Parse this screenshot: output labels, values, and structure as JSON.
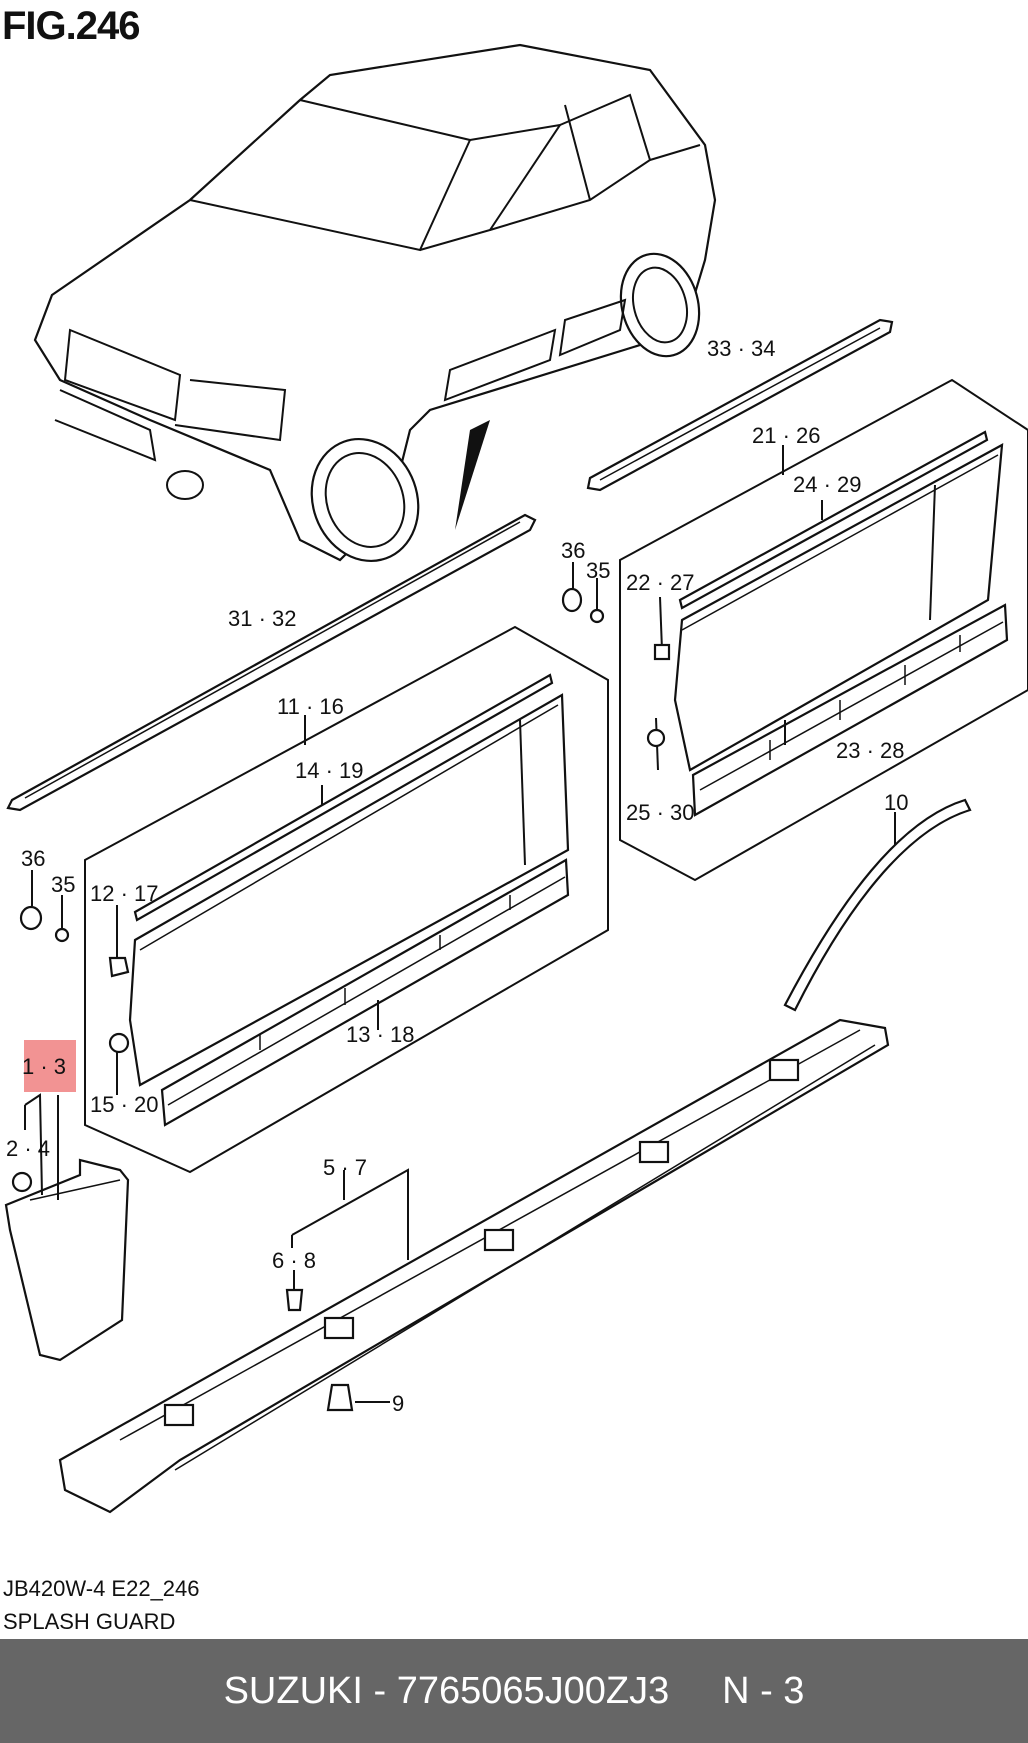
{
  "figure": {
    "title": "FIG.246"
  },
  "callouts": [
    {
      "id": "c-33-34",
      "text": "33 · 34"
    },
    {
      "id": "c-21-26",
      "text": "21 · 26"
    },
    {
      "id": "c-24-29",
      "text": "24 · 29"
    },
    {
      "id": "c-36a",
      "text": "36"
    },
    {
      "id": "c-35a",
      "text": "35"
    },
    {
      "id": "c-22-27",
      "text": "22 · 27"
    },
    {
      "id": "c-31-32",
      "text": "31 · 32"
    },
    {
      "id": "c-11-16",
      "text": "11 · 16"
    },
    {
      "id": "c-14-19",
      "text": "14 · 19"
    },
    {
      "id": "c-23-28",
      "text": "23 · 28"
    },
    {
      "id": "c-25-30",
      "text": "25 · 30"
    },
    {
      "id": "c-10",
      "text": "10"
    },
    {
      "id": "c-36b",
      "text": "36"
    },
    {
      "id": "c-35b",
      "text": "35"
    },
    {
      "id": "c-12-17",
      "text": "12 · 17"
    },
    {
      "id": "c-13-18",
      "text": "13 · 18"
    },
    {
      "id": "c-1-3",
      "text": "1 · 3"
    },
    {
      "id": "c-15-20",
      "text": "15 · 20"
    },
    {
      "id": "c-2-4",
      "text": "2 · 4"
    },
    {
      "id": "c-5-7",
      "text": "5 · 7"
    },
    {
      "id": "c-6-8",
      "text": "6 · 8"
    },
    {
      "id": "c-9",
      "text": "9"
    }
  ],
  "highlight": {
    "label": "1 · 3",
    "color": "#f08080"
  },
  "caption": {
    "code": "JB420W-4 E22_246",
    "name": "SPLASH GUARD"
  },
  "footer": {
    "brand": "SUZUKI",
    "separator": "-",
    "part_number": "7765065J00ZJ3",
    "position": "N - 3"
  },
  "colors": {
    "footer_bg": "#666666",
    "footer_text": "#ffffff",
    "line": "#111111"
  }
}
